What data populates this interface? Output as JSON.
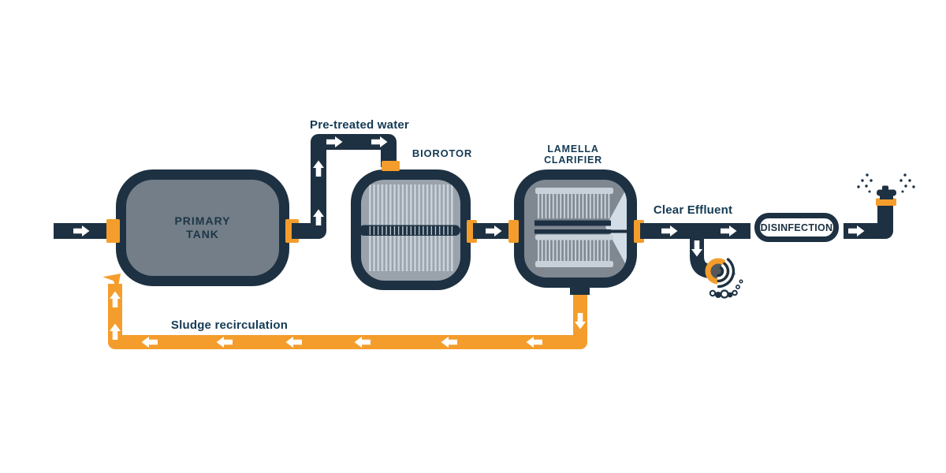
{
  "diagram": {
    "type": "wastewater-treatment-process-flow",
    "nodes": {
      "primary_tank": {
        "label": "PRIMARY\nTANK"
      },
      "biorotor": {
        "label": "BIOROTOR"
      },
      "lamella_clarifier": {
        "label": "LAMELLA\nCLARIFIER"
      },
      "disinfection": {
        "label": "DISINFECTION"
      }
    },
    "flows": {
      "pretreated_water": {
        "label": "Pre-treated water"
      },
      "clear_effluent": {
        "label": "Clear Effluent"
      },
      "sludge_recirculation": {
        "label": "Sludge recirculation"
      }
    },
    "icons": {
      "outfall": "outfall-discharge-icon",
      "sprinkler": "sprinkler-icon"
    },
    "colors": {
      "pipe_navy": "#1d3142",
      "label_navy": "#143a54",
      "tank_gray": "#737e88",
      "biorotor_gray": "#9aa2ab",
      "clarifier_gray": "#7f8791",
      "detail_light": "#c9d2da",
      "funnel_light": "#d2dde7",
      "accent_orange": "#f49d2c",
      "arrow_white": "#ffffff",
      "background": "#ffffff"
    }
  }
}
